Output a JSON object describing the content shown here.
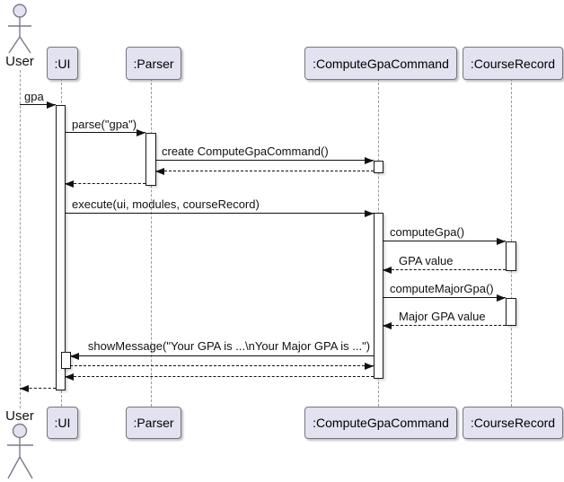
{
  "diagram": {
    "kind": "uml-sequence-diagram",
    "actor": {
      "name": "User"
    },
    "participants": [
      {
        "label": ":UI"
      },
      {
        "label": ":Parser"
      },
      {
        "label": ":ComputeGpaCommand"
      },
      {
        "label": ":CourseRecord"
      }
    ],
    "messages": [
      {
        "from": "User",
        "to": ":UI",
        "label": "gpa",
        "type": "sync"
      },
      {
        "from": ":UI",
        "to": ":Parser",
        "label": "parse(\"gpa\")",
        "type": "sync"
      },
      {
        "from": ":Parser",
        "to": ":ComputeGpaCommand",
        "label": "create ComputeGpaCommand()",
        "type": "create"
      },
      {
        "from": ":ComputeGpaCommand",
        "to": ":Parser",
        "label": "",
        "type": "return"
      },
      {
        "from": ":Parser",
        "to": ":UI",
        "label": "",
        "type": "return"
      },
      {
        "from": ":UI",
        "to": ":ComputeGpaCommand",
        "label": "execute(ui, modules, courseRecord)",
        "type": "sync"
      },
      {
        "from": ":ComputeGpaCommand",
        "to": ":CourseRecord",
        "label": "computeGpa()",
        "type": "sync"
      },
      {
        "from": ":CourseRecord",
        "to": ":ComputeGpaCommand",
        "label": "GPA value",
        "type": "return"
      },
      {
        "from": ":ComputeGpaCommand",
        "to": ":CourseRecord",
        "label": "computeMajorGpa()",
        "type": "sync"
      },
      {
        "from": ":CourseRecord",
        "to": ":ComputeGpaCommand",
        "label": "Major GPA value",
        "type": "return"
      },
      {
        "from": ":ComputeGpaCommand",
        "to": ":UI",
        "label": "showMessage(\"Your GPA is ...\\nYour Major GPA is ...\")",
        "type": "sync"
      },
      {
        "from": ":UI",
        "to": ":ComputeGpaCommand",
        "label": "",
        "type": "return"
      },
      {
        "from": ":ComputeGpaCommand",
        "to": ":UI",
        "label": "",
        "type": "return"
      },
      {
        "from": ":UI",
        "to": "User",
        "label": "",
        "type": "return"
      }
    ],
    "colors": {
      "participant_fill": "#E2E2F0",
      "participant_border": "#76767E",
      "lifeline": "#9A9A9A",
      "message_line": "#111111",
      "background": "#FFFFFF"
    }
  }
}
